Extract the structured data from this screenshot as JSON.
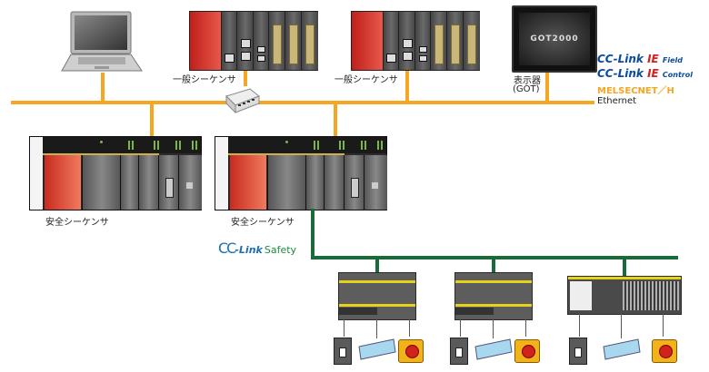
{
  "devices": {
    "laptop": {
      "icon": "laptop-icon"
    },
    "general_plc_1": {
      "label": "一般シーケンサ"
    },
    "general_plc_2": {
      "label": "一般シーケンサ"
    },
    "got": {
      "label_line1": "表示器",
      "label_line2": "(GOT)",
      "screen_text": "GOT2000"
    },
    "switch": {
      "icon": "ethernet-switch-icon"
    },
    "safety_plc_1": {
      "label": "安全シーケンサ"
    },
    "safety_plc_2": {
      "label": "安全シーケンサ"
    }
  },
  "networks": {
    "upper": {
      "names": [
        {
          "prefix": "CC-Link ",
          "ie": "IE",
          "suffix": "Field",
          "color": "#0a4aa0"
        },
        {
          "prefix": "CC-Link ",
          "ie": "IE",
          "suffix": "Control",
          "color": "#0a4aa0"
        },
        {
          "text": "MELSECNET／H",
          "color": "#f5a623"
        },
        {
          "text": "Ethernet",
          "color": "#222222"
        }
      ],
      "line_color": "#f5a623"
    },
    "safety": {
      "logo_cc": "CC",
      "logo_link": "-Link",
      "logo_safety": "Safety",
      "line_color": "#1a6b3a"
    }
  },
  "remote_stations": [
    {
      "type": "safety-remote-io",
      "devices": [
        "breaker",
        "light-curtain",
        "emergency-stop"
      ]
    },
    {
      "type": "safety-remote-io",
      "devices": [
        "breaker",
        "light-curtain",
        "emergency-stop"
      ]
    },
    {
      "type": "safety-terminal-block",
      "devices": [
        "breaker",
        "light-curtain",
        "emergency-stop"
      ]
    }
  ]
}
